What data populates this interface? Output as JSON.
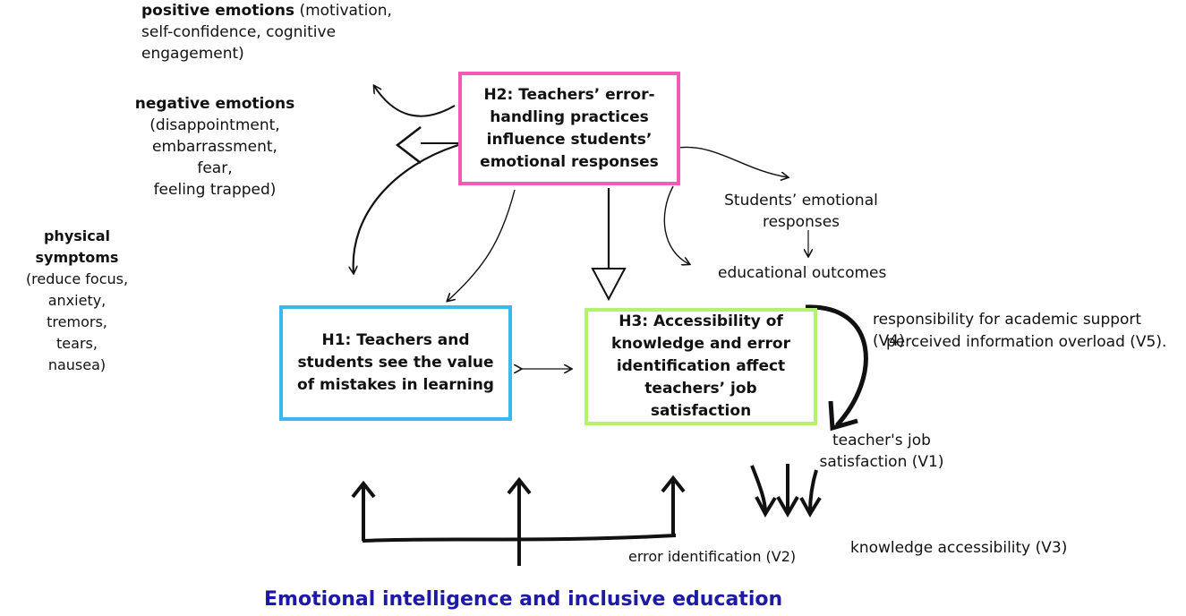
{
  "colors": {
    "h1_border": "#3db7f0",
    "h2_border": "#f25cb4",
    "h3_border": "#b4f26a",
    "title": "#1f1aa6"
  },
  "left_notes": {
    "positive": {
      "label": "positive emotions",
      "detail_1": " (motivation,",
      "detail_2": "self-confidence, cognitive",
      "detail_3": "engagement)"
    },
    "negative": {
      "label": "negative emotions",
      "lines": [
        "(disappointment,",
        "embarrassment,",
        "fear,",
        "feeling trapped)"
      ]
    },
    "physical": {
      "label": "physical symptoms",
      "lines": [
        "(reduce focus,",
        "anxiety,",
        "tremors,",
        "tears,",
        "nausea)"
      ]
    }
  },
  "boxes": {
    "h2": "H2: Teachers’ error-handling practices influence students’ emotional responses",
    "h1": "H1: Teachers and students see the value of mistakes in learning",
    "h3": "H3: Accessibility of knowledge and error identification affect teachers’ job satisfaction"
  },
  "right_notes": {
    "students_emotional": [
      "Students’ emotional",
      "responses"
    ],
    "educational_outcomes": "educational outcomes",
    "v4": "responsibility for academic support (V4)",
    "v5": "perceived information overload (V5).",
    "v1": [
      "teacher's job",
      "satisfaction (V1)"
    ],
    "v3": "knowledge accessibility (V3)",
    "v2": "error identification (V2)"
  },
  "footer_title": "Emotional intelligence and inclusive education"
}
